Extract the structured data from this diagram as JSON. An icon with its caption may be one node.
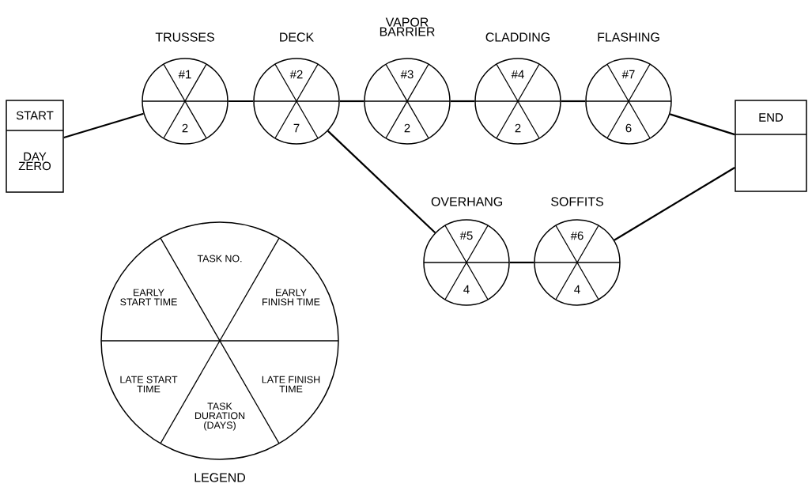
{
  "diagram": {
    "nodes": [
      {
        "text": [
          "START",
          "DAY ZERO"
        ]
      },
      {
        "text": [
          "#1",
          "2"
        ],
        "beside": [
          "TRUSSES"
        ]
      },
      {
        "text": [
          "#2",
          "7"
        ],
        "beside": [
          "DECK"
        ]
      },
      {
        "text": [
          "#3",
          "2"
        ],
        "beside": [
          "VAPOR BARRIER"
        ]
      },
      {
        "text": [
          "#4",
          "2"
        ],
        "beside": [
          "CLADDING"
        ]
      },
      {
        "text": [
          "#7",
          "6"
        ],
        "beside": [
          "FLASHING"
        ]
      },
      {
        "text": [
          "END"
        ]
      },
      {
        "text": [
          "#5",
          "4"
        ],
        "beside": [
          "OVERHANG"
        ]
      },
      {
        "text": [
          "#6",
          "4"
        ],
        "beside": [
          "SOFFITS"
        ]
      },
      {
        "text": [
          "TASK NO.",
          "EARLY START TIME",
          "EARLY FINISH TIME",
          "LATE START TIME",
          "LATE FINISH TIME",
          "TASK DURATION (DAYS)"
        ],
        "beside": [
          "LEGEND"
        ]
      }
    ],
    "edges": [
      {
        "from": 0,
        "to": 1,
        "arrow": "none"
      },
      {
        "from": 1,
        "to": 2,
        "arrow": "none"
      },
      {
        "from": 2,
        "to": 3,
        "arrow": "none"
      },
      {
        "from": 3,
        "to": 4,
        "arrow": "none"
      },
      {
        "from": 4,
        "to": 5,
        "arrow": "none"
      },
      {
        "from": 5,
        "to": 6,
        "arrow": "none"
      },
      {
        "from": 2,
        "to": 7,
        "arrow": "none"
      },
      {
        "from": 7,
        "to": 8,
        "arrow": "none"
      },
      {
        "from": 8,
        "to": 6,
        "arrow": "none"
      }
    ]
  }
}
